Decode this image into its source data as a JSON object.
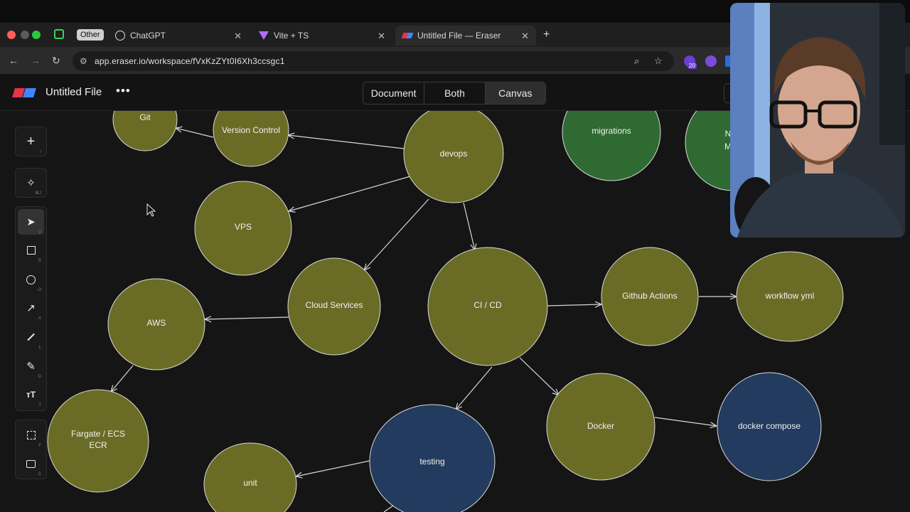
{
  "browser": {
    "tab_group_label": "Other",
    "tabs": [
      {
        "label": "ChatGPT"
      },
      {
        "label": "Vite + TS"
      },
      {
        "label": "Untitled File — Eraser"
      }
    ],
    "url": "app.eraser.io/workspace/fVxKzZYt0I6Xh3ccsgc1",
    "extension_badge": "20"
  },
  "app": {
    "file_title": "Untitled File",
    "view_modes": [
      "Document",
      "Both",
      "Canvas"
    ],
    "active_view": "Canvas"
  },
  "toolbar": {
    "shortcuts": {
      "add": "/",
      "ai": "⌘J",
      "select": "V",
      "rectangle": "R",
      "ellipse": "O",
      "arrow": "A",
      "line": "L",
      "pen": "D",
      "text": "T",
      "frame": "F",
      "comment": "C"
    }
  },
  "diagram": {
    "nodes": [
      {
        "label": "Git"
      },
      {
        "label": "Version Control"
      },
      {
        "label": "devops"
      },
      {
        "label": "migrations"
      },
      {
        "label": "VPS"
      },
      {
        "label": "Cloud Services"
      },
      {
        "label": "CI / CD"
      },
      {
        "label": "Github Actions"
      },
      {
        "label": "workflow yml"
      },
      {
        "label": "AWS"
      },
      {
        "label": "Fargate / ECS"
      },
      {
        "label": "ECR"
      },
      {
        "label": "Docker"
      },
      {
        "label": "docker compose"
      },
      {
        "label": "testing"
      },
      {
        "label": "unit"
      },
      {
        "label": "N"
      },
      {
        "label": "M"
      }
    ],
    "colors": {
      "olive": "#6a6c26",
      "green": "#2f6a32",
      "blue": "#223b5e",
      "edge": "#d8d8d8",
      "canvas": "#151515"
    }
  }
}
